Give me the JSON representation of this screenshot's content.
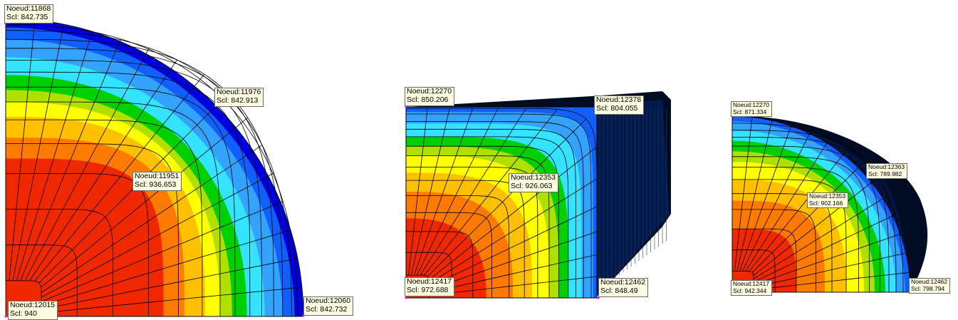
{
  "colors": {
    "levels": [
      "#000c22",
      "#001a4d",
      "#0000dd",
      "#1060ff",
      "#33a3ff",
      "#33e3ff",
      "#00d000",
      "#b0e000",
      "#ffff00",
      "#ffc000",
      "#ff7a00",
      "#f02800"
    ],
    "mesh_line": "#000000",
    "label_bg": "#fdfbe0",
    "node_marker": "#ff00ff"
  },
  "views": [
    {
      "name": "quarter-section",
      "labels": [
        {
          "node": "Noeud:11868",
          "scl": "Scl: 842.735"
        },
        {
          "node": "Noeud:11976",
          "scl": "Scl: 842.913"
        },
        {
          "node": "Noeud:11951",
          "scl": "Scl: 936.653"
        },
        {
          "node": "Noeud:12015",
          "scl": "Scl: 940"
        },
        {
          "node": "Noeud:12060",
          "scl": "Scl: 842.732"
        }
      ]
    },
    {
      "name": "square-bar",
      "labels": [
        {
          "node": "Noeud:12270",
          "scl": "Scl: 850.206"
        },
        {
          "node": "Noeud:12378",
          "scl": "Scl: 804.055"
        },
        {
          "node": "Noeud:12353",
          "scl": "Scl: 926.063"
        },
        {
          "node": "Noeud:12417",
          "scl": "Scl: 972.688"
        },
        {
          "node": "Noeud:12462",
          "scl": "Scl: 848.49"
        }
      ]
    },
    {
      "name": "cylinder-end",
      "labels": [
        {
          "node": "Noeud:12270",
          "scl": "Scl: 871.334"
        },
        {
          "node": "Noeud:12363",
          "scl": "Scl: 789.982"
        },
        {
          "node": "Noeud:12353",
          "scl": "Scl: 902.166"
        },
        {
          "node": "Noeud:12417",
          "scl": "Scl: 942.344"
        },
        {
          "node": "Noeud:12462",
          "scl": "Scl: 798.794"
        }
      ]
    }
  ]
}
